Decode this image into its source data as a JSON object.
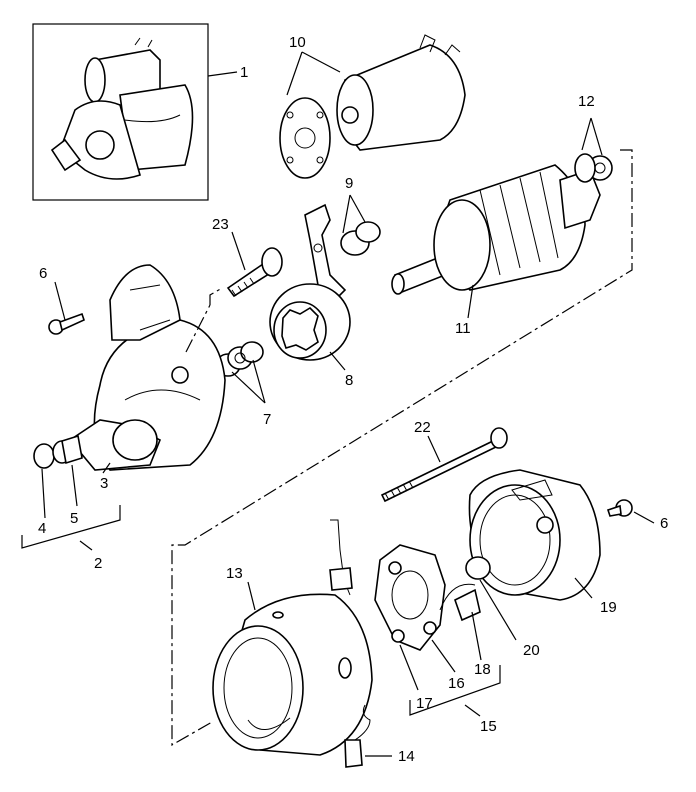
{
  "labels": {
    "l1": "1",
    "l2": "2",
    "l3": "3",
    "l4": "4",
    "l5": "5",
    "l6a": "6",
    "l6b": "6",
    "l7": "7",
    "l8": "8",
    "l9": "9",
    "l10": "10",
    "l11": "11",
    "l12": "12",
    "l13": "13",
    "l14": "14",
    "l15": "15",
    "l16": "16",
    "l17": "17",
    "l18": "18",
    "l19": "19",
    "l20": "20",
    "l22": "22",
    "l23": "23"
  },
  "colors": {
    "ink": "#000000",
    "paper": "#ffffff"
  }
}
